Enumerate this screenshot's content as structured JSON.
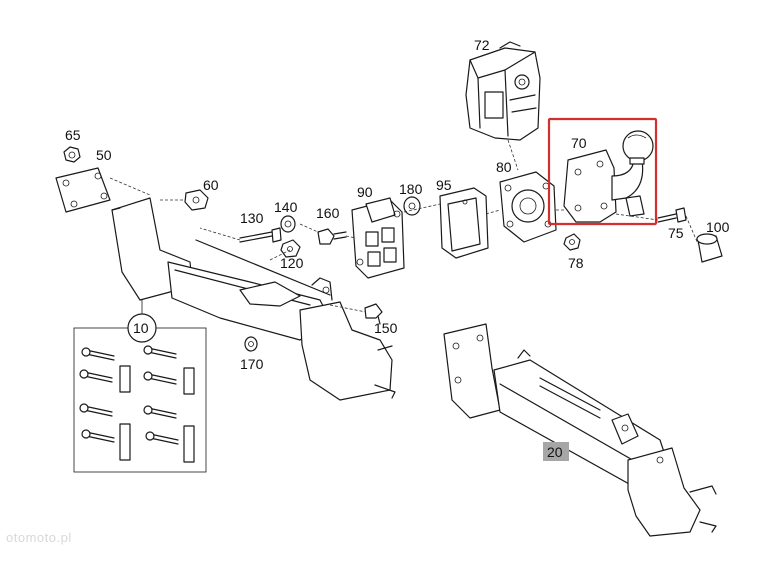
{
  "labels": {
    "p72": "72",
    "p65": "65",
    "p50": "50",
    "p60": "60",
    "p70": "70",
    "p80": "80",
    "p95": "95",
    "p90": "90",
    "p180": "180",
    "p140": "140",
    "p160": "160",
    "p130": "130",
    "p120": "120",
    "p75": "75",
    "p100": "100",
    "p78": "78",
    "p10": "10",
    "p150": "150",
    "p170": "170",
    "p20": "20"
  },
  "colors": {
    "highlight": "#d32f2f",
    "tag_bg": "#a6a6a6"
  },
  "watermark": "otomoto.pl"
}
